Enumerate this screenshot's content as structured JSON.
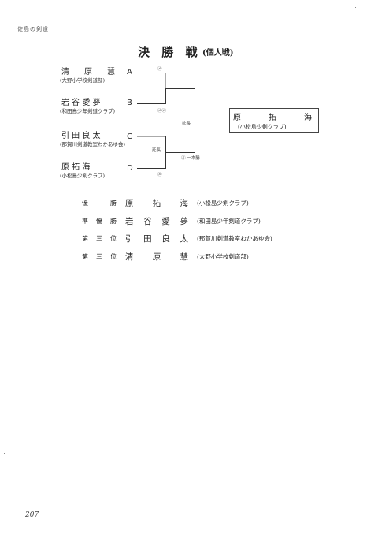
{
  "header": "佐島の剣道",
  "title": "決 勝 戦",
  "subtitle": "(個人戦)",
  "players": [
    {
      "name": "清 原 慧",
      "club": "(大野小学校剣道部)",
      "letter": "A"
    },
    {
      "name": "岩 谷 愛 夢",
      "club": "(和田島少年剣道クラブ)",
      "letter": "B"
    },
    {
      "name": "引 田 良 太",
      "club": "(那賀川剣道教室わかあゆ会)",
      "letter": "C"
    },
    {
      "name": "原 拓 海",
      "club": "(小松島少剣クラブ)",
      "letter": "D"
    }
  ],
  "scores": {
    "a": "㋱",
    "b": "㋱㋱",
    "d": "㋱",
    "semi_cd": "延長",
    "final_top": "延長",
    "final_bottom": "㋱ 一本勝"
  },
  "winner": {
    "name": "原 拓 海",
    "club": "(小松島少剣クラブ)"
  },
  "results": [
    {
      "label": "優 勝",
      "name": "原 拓 海",
      "club": "(小松島少剣クラブ)"
    },
    {
      "label": "準 優 勝",
      "name": "岩 谷 愛 夢",
      "club": "(和田島少年剣道クラブ)"
    },
    {
      "label": "第 三 位",
      "name": "引 田 良 太",
      "club": "(那賀川剣道教室わかあゆ会)"
    },
    {
      "label": "第 三 位",
      "name": "清 原 慧",
      "club": "(大野小学校剣道部)"
    }
  ],
  "page_number": "207"
}
